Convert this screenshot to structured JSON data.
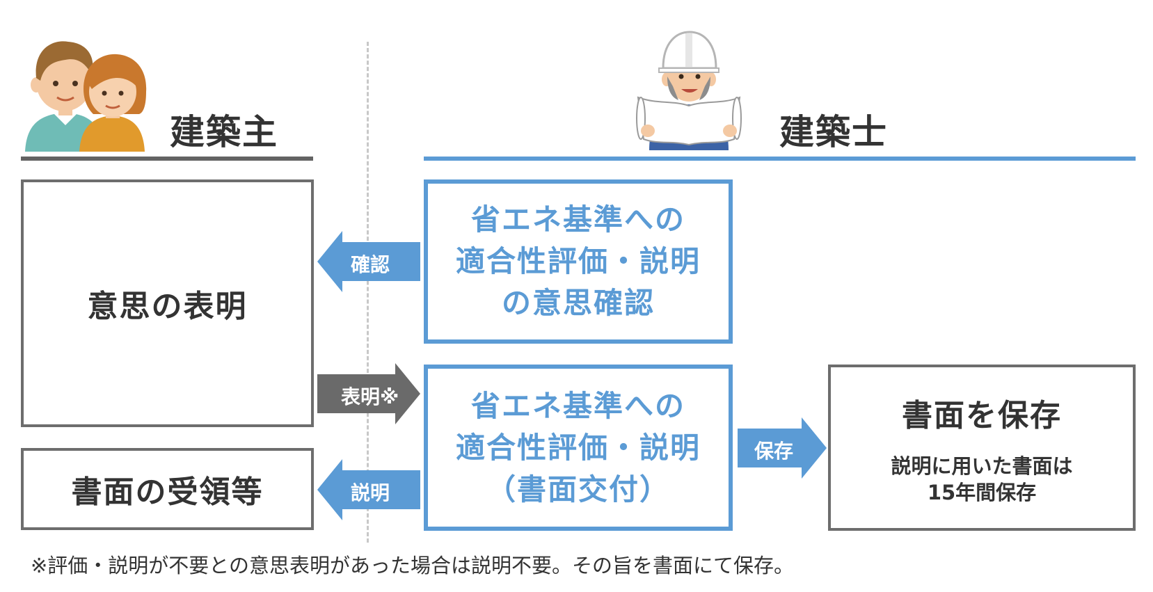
{
  "headers": {
    "owner_title": "建築主",
    "architect_title": "建築士"
  },
  "boxes": {
    "owner_intent": "意思の表明",
    "owner_receipt": "書面の受領等",
    "check_line1": "省エネ基準への",
    "check_line2": "適合性評価・説明",
    "check_line3": "の意思確認",
    "explain_line1": "省エネ基準への",
    "explain_line2": "適合性評価・説明",
    "explain_line3": "（書面交付）",
    "save_title": "書面を保存",
    "save_note_line1": "説明に用いた書面は",
    "save_note_line2": "15年間保存"
  },
  "arrows": {
    "confirm": "確認",
    "declare": "表明※",
    "explain": "説明",
    "save": "保存"
  },
  "footnote": "※評価・説明が不要との意思表明があった場合は説明不要。その旨を書面にて保存。",
  "colors": {
    "blue": "#5b9bd5",
    "gray": "#6d6d6d",
    "dark_arrow": "#6a6a6a",
    "text": "#333333"
  },
  "icons": {
    "owner": "couple-icon",
    "architect": "architect-with-blueprint-icon"
  }
}
